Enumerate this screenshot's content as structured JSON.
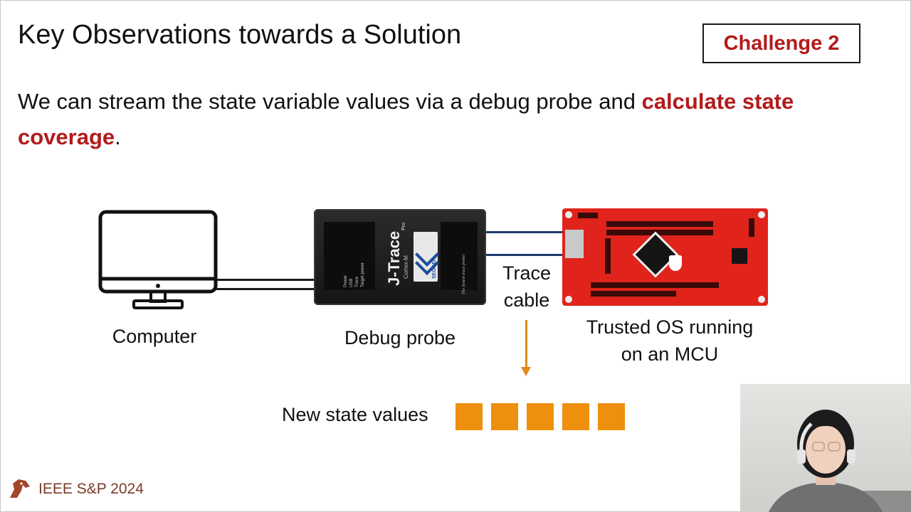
{
  "slide": {
    "title": "Key Observations towards a Solution",
    "badge": "Challenge 2",
    "body_plain": "We can stream the state variable values via a debug probe and ",
    "body_highlight": "calculate state coverage",
    "body_end": "."
  },
  "diagram": {
    "computer_label": "Computer",
    "probe_label": "Debug probe",
    "trace_label_line1": "Trace",
    "trace_label_line2": "cable",
    "mcu_label_line1": "Trusted OS running",
    "mcu_label_line2": "on an MCU",
    "state_values_label": "New state values",
    "state_value_count": 5,
    "probe_device_text": {
      "brand": "J-Trace",
      "brand_sup": "Pro",
      "model": "Cortex-M",
      "maker": "SEGGER",
      "leds": [
        "Power",
        "USB",
        "Trace",
        "Target power"
      ],
      "tagline": "The fastest trace probe!"
    }
  },
  "footer": {
    "conference": "IEEE S&P 2024"
  },
  "colors": {
    "accent_red": "#b21b1b",
    "arrow_orange": "#e0891a",
    "square_orange": "#ee8f0d",
    "cable_blue": "#1f3b6e",
    "board_red": "#e0241c"
  },
  "icons": {
    "computer": "monitor-icon",
    "footer_logo": "horse-logo-icon"
  }
}
